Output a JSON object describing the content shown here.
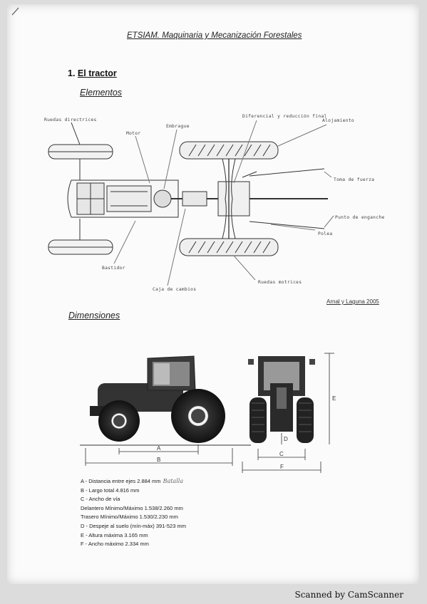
{
  "header": {
    "title": "ETSIAM. Maquinaria y Mecanización Forestales"
  },
  "section": {
    "number": "1.",
    "title": "El tractor"
  },
  "elementos": {
    "heading": "Elementos",
    "labels": {
      "ruedas_directrices": "Ruedas directrices",
      "motor": "Motor",
      "embrague": "Embrague",
      "diferencial": "Diferencial y reducción final",
      "alojamiento": "Alojamiento",
      "toma_fuerza": "Toma de fuerza",
      "punto_enganche": "Punto de enganche",
      "polea": "Polea",
      "bastidor": "Bastidor",
      "caja_cambios": "Caja de cambios",
      "ruedas_motrices": "Ruedas motrices"
    },
    "credit": "Arnal y Laguna 2005"
  },
  "dimensiones": {
    "heading": "Dimensiones",
    "letters": [
      "A",
      "B",
      "C",
      "D",
      "E",
      "F"
    ],
    "legend": {
      "a": "A - Distancia entre ejes 2.884 mm",
      "a_note": "Batalla",
      "b": "B - Largo total 4.816 mm",
      "c": "C - Ancho de vía",
      "c_front": "Delantero Mínimo/Máximo 1.538/2.260 mm",
      "c_rear": "Trasero Mínimo/Máximo 1.530/2.230 mm",
      "d": "D - Despeje al suelo (mín-máx) 391-523 mm",
      "e": "E - Altura máxima 3.165 mm",
      "f": "F - Ancho máximo 2.334 mm"
    }
  },
  "footer": {
    "text": "Scanned by CamScanner"
  }
}
